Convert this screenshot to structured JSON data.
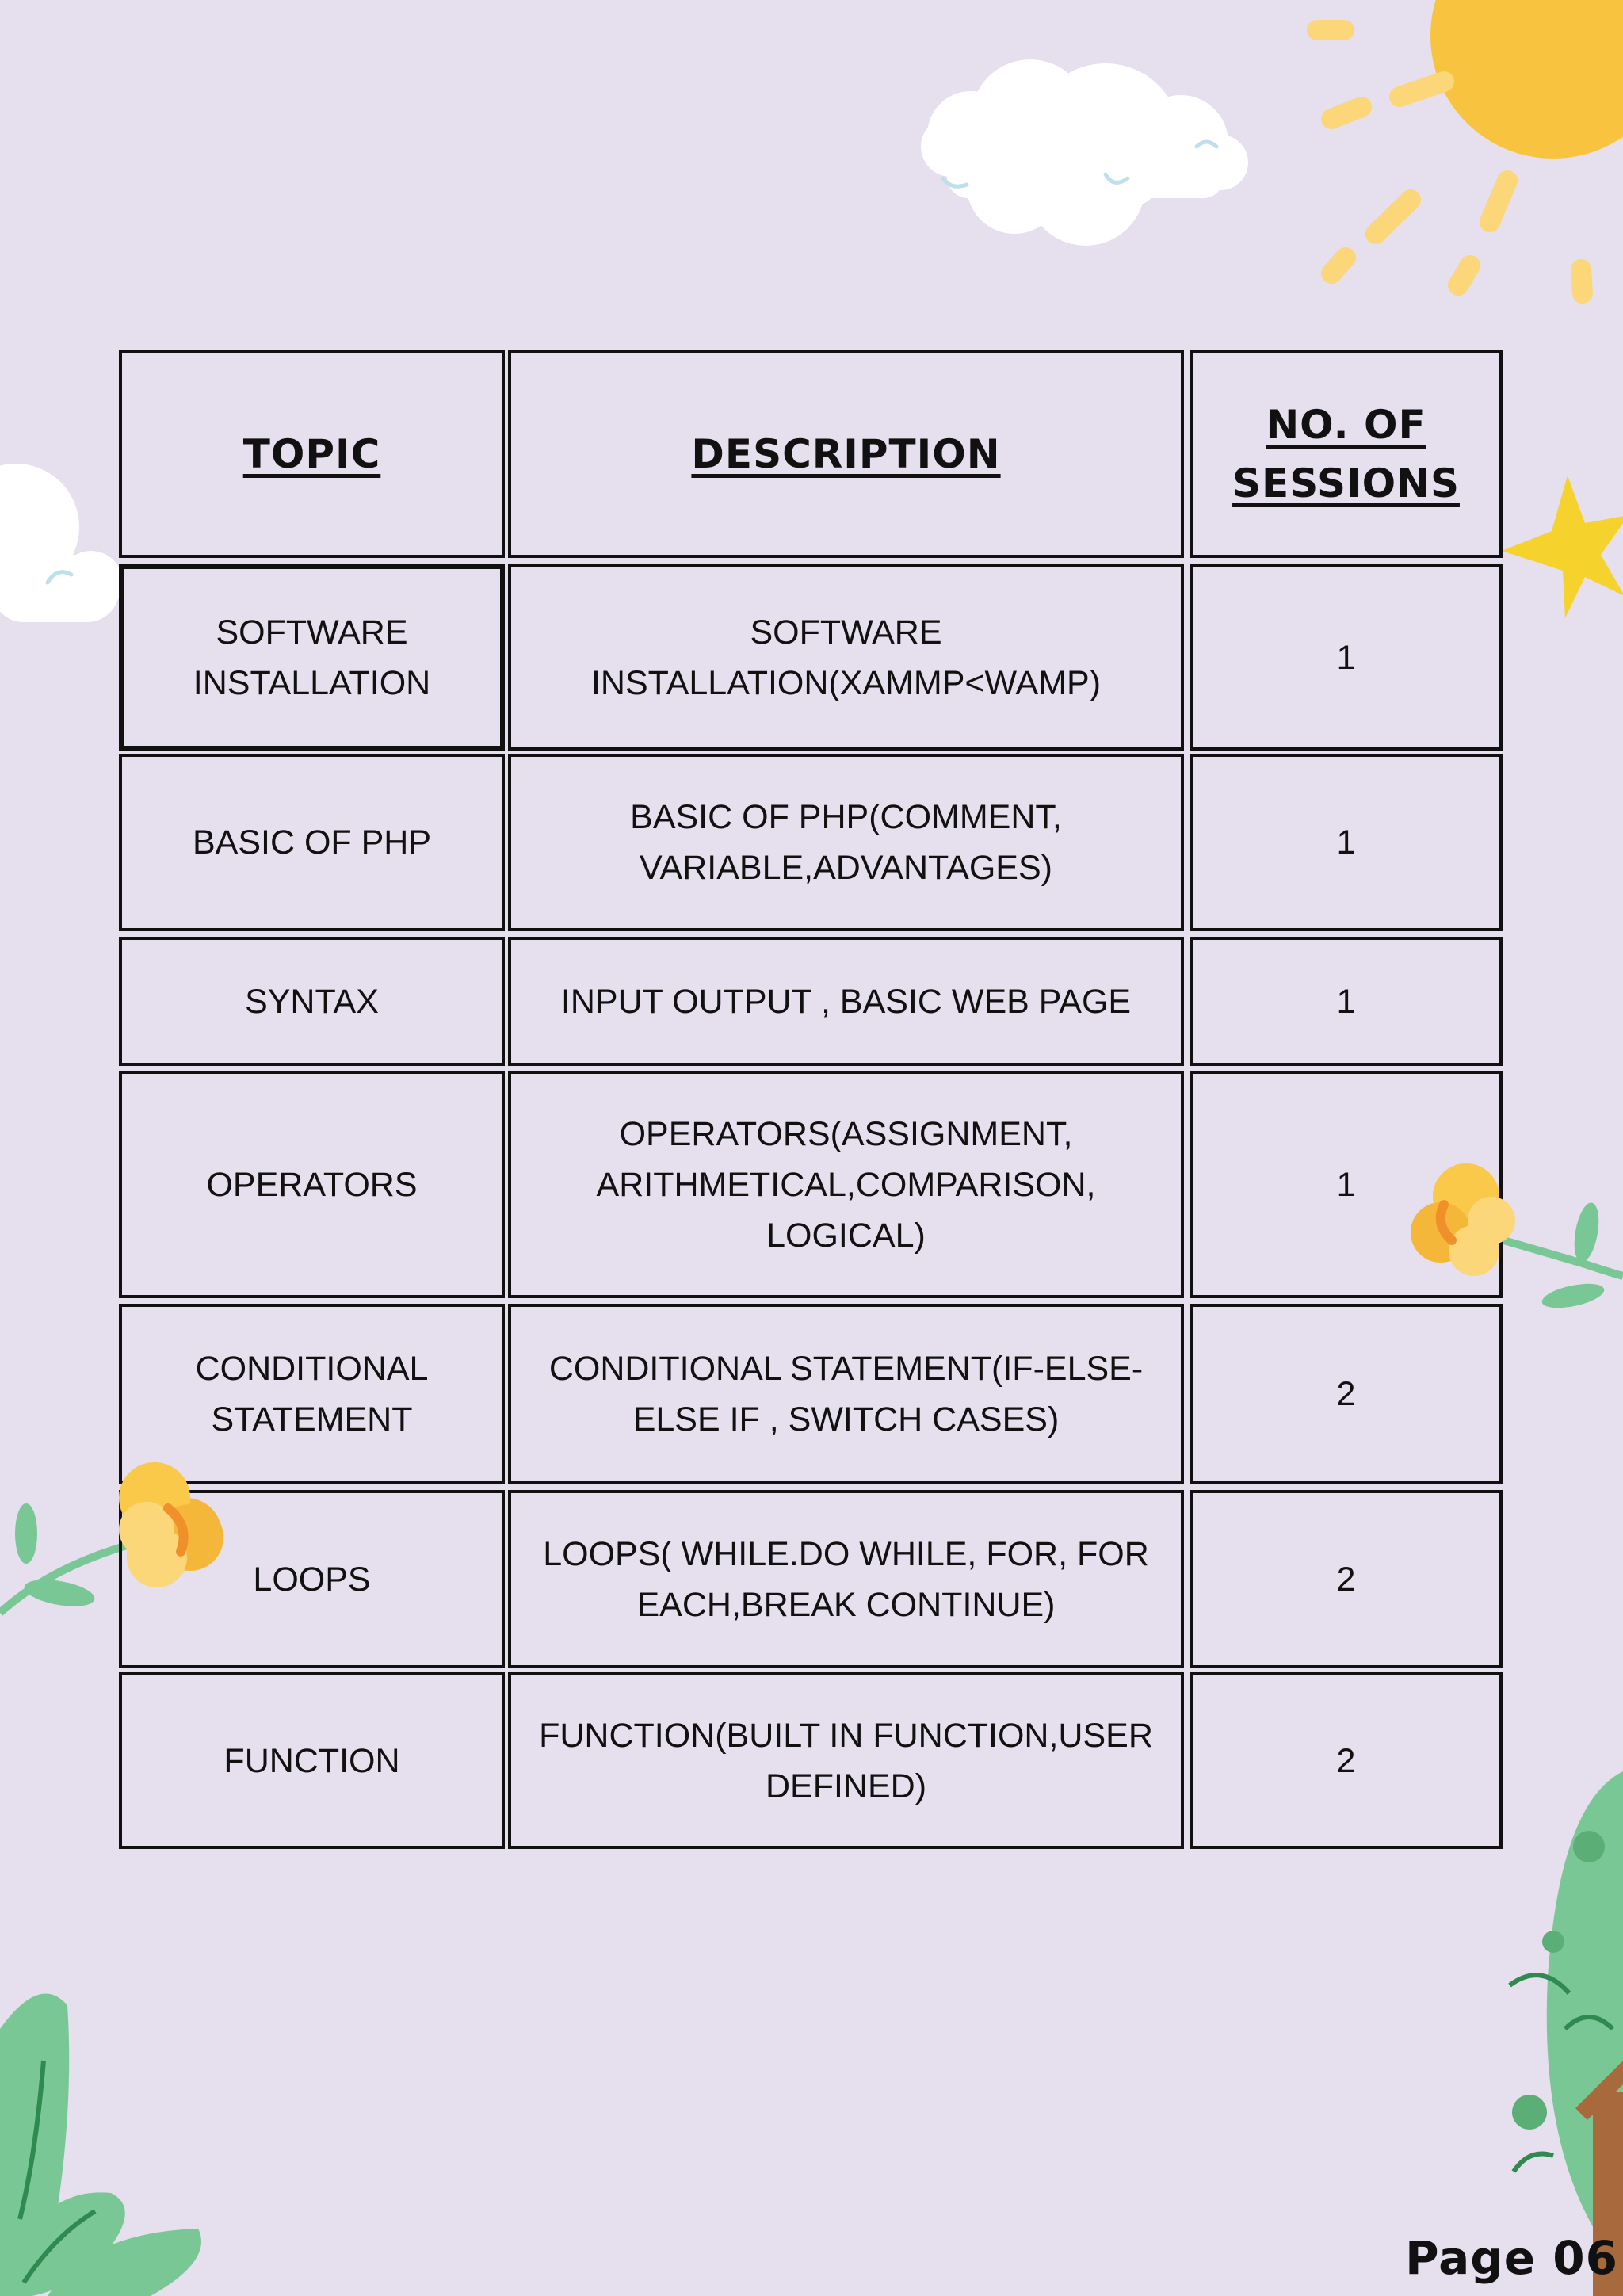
{
  "table": {
    "headers": [
      "TOPIC",
      "DESCRIPTION",
      "NO. OF\nSESSIONS"
    ],
    "rows": [
      {
        "topic": "SOFTWARE\nINSTALLATION",
        "description": "SOFTWARE\nINSTALLATION(XAMMP<WAMP)",
        "sessions": "1"
      },
      {
        "topic": "BASIC OF PHP",
        "description": "BASIC OF PHP(COMMENT,\nVARIABLE,ADVANTAGES)",
        "sessions": "1"
      },
      {
        "topic": "SYNTAX",
        "description": "INPUT OUTPUT , BASIC WEB PAGE",
        "sessions": "1"
      },
      {
        "topic": "OPERATORS",
        "description": "OPERATORS(ASSIGNMENT,\nARITHMETICAL,COMPARISON,\nLOGICAL)",
        "sessions": "1"
      },
      {
        "topic": "CONDITIONAL\nSTATEMENT",
        "description": "CONDITIONAL STATEMENT(IF-ELSE-\nELSE IF , SWITCH CASES)",
        "sessions": "2"
      },
      {
        "topic": "LOOPS",
        "description": "LOOPS( WHILE.DO WHILE, FOR, FOR\nEACH,BREAK CONTINUE)",
        "sessions": "2"
      },
      {
        "topic": "FUNCTION",
        "description": "FUNCTION(BUILT IN FUNCTION,USER\nDEFINED)",
        "sessions": "2"
      }
    ]
  },
  "footer": {
    "page_label": "Page 06"
  },
  "colors": {
    "background": "#e5dfee",
    "border": "#111111",
    "sun": "#f8c440",
    "sun_rays": "#fbd77a",
    "star": "#f5d32c",
    "leaf": "#7ac796",
    "flower": "#fbc94a"
  },
  "icons": [
    "sun-icon",
    "cloud-icon",
    "star-icon",
    "flower-icon",
    "tree-icon",
    "plant-icon"
  ]
}
